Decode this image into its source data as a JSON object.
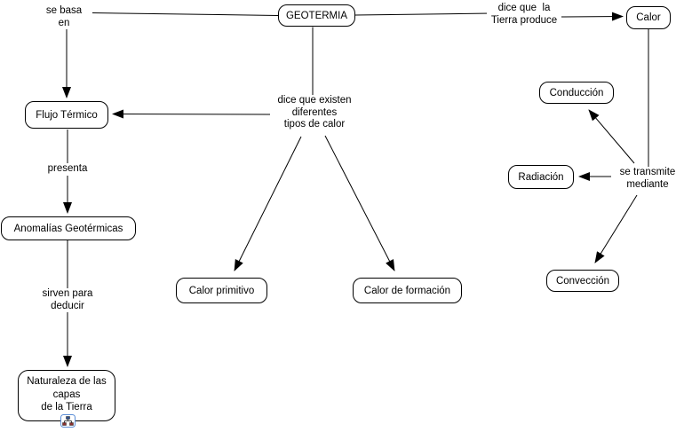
{
  "diagram": {
    "type": "concept-map",
    "background": "#ffffff",
    "line_color": "#000000",
    "box_fill": "#ffffff",
    "box_border": "#000000",
    "text_color": "#000000",
    "resource_icon": {
      "name": "concept-map-resource-icon",
      "border_color": "#5b8dd6"
    }
  },
  "nodes": {
    "geotermia": {
      "label": "GEOTERMIA"
    },
    "calor": {
      "label": "Calor"
    },
    "conduccion": {
      "label": "Conducción"
    },
    "radiacion": {
      "label": "Radiación"
    },
    "conveccion": {
      "label": "Convección"
    },
    "flujo_termico": {
      "label": "Flujo Térmico"
    },
    "anomalias": {
      "label": "Anomalías Geotérmicas"
    },
    "calor_primitivo": {
      "label": "Calor primitivo"
    },
    "calor_formacion": {
      "label": "Calor de formación"
    },
    "naturaleza": {
      "label": "Naturaleza de las\ncapas\nde la Tierra",
      "icon": "concept-map-resource-icon"
    }
  },
  "links": {
    "se_basa": "se basa\nen",
    "dice_tierra": "dice que  la\nTierra produce",
    "dice_tipos": "dice que existen\ndiferentes\ntipos de calor",
    "presenta": "presenta",
    "sirven": "sirven para\ndeducir",
    "transmite": "se transmite\nmediante"
  },
  "edges": [
    {
      "from": "GEOTERMIA",
      "label": "se basa en",
      "to": "Flujo Térmico"
    },
    {
      "from": "GEOTERMIA",
      "label": "dice que la Tierra produce",
      "to": "Calor"
    },
    {
      "from": "GEOTERMIA",
      "label": "dice que existen diferentes tipos de calor",
      "to": "Calor primitivo"
    },
    {
      "from": "GEOTERMIA",
      "label": "dice que existen diferentes tipos de calor",
      "to": "Calor de formación"
    },
    {
      "from": "Flujo Térmico",
      "label": "presenta",
      "to": "Anomalías Geotérmicas"
    },
    {
      "from": "Anomalías Geotérmicas",
      "label": "sirven para deducir",
      "to": "Naturaleza de las capas de la Tierra"
    },
    {
      "from": "Calor",
      "label": "se transmite mediante",
      "to": "Conducción"
    },
    {
      "from": "Calor",
      "label": "se transmite mediante",
      "to": "Radiación"
    },
    {
      "from": "Calor",
      "label": "se transmite mediante",
      "to": "Convección"
    }
  ]
}
